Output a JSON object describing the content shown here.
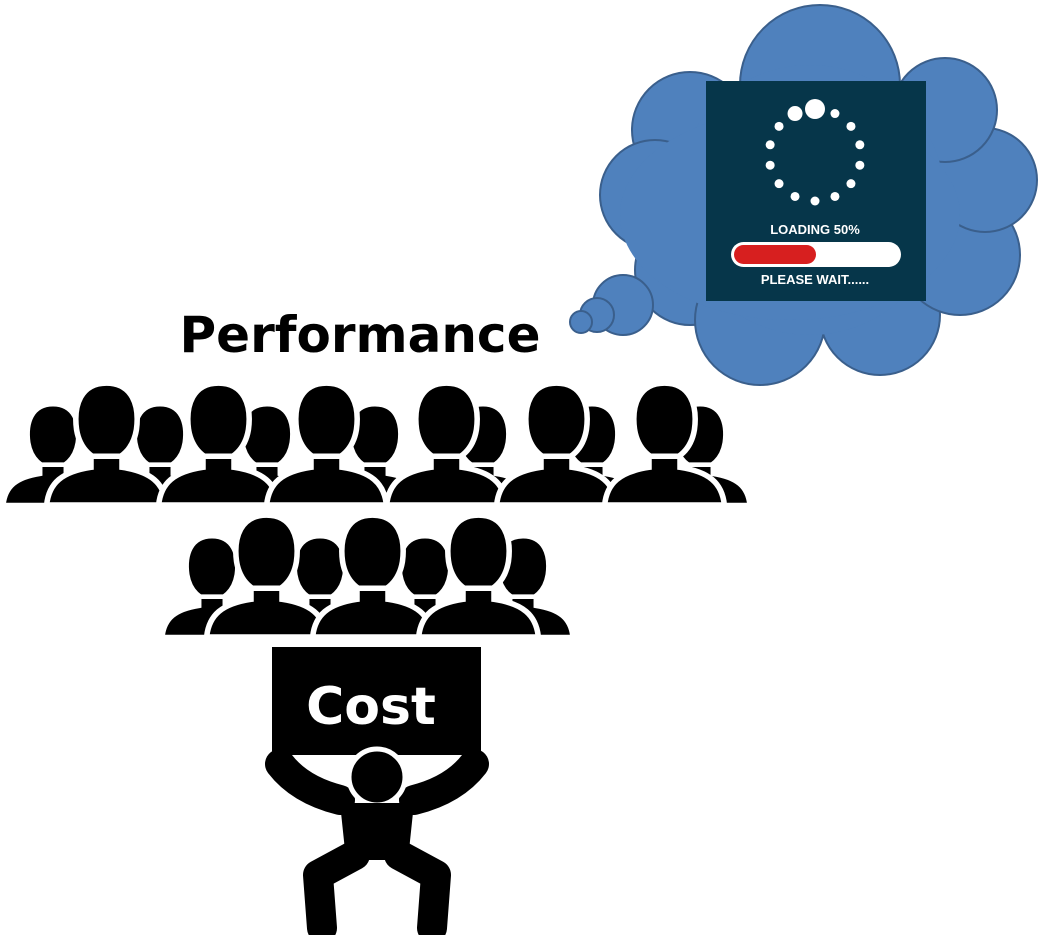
{
  "labels": {
    "performance": "Performance",
    "cost": "Cost"
  },
  "loading_screen": {
    "loading_text": "LOADING 50%",
    "please_wait": "PLEASE WAIT......",
    "progress": 0.5,
    "progress_color": "#d71f1f",
    "track_color": "#ffffff",
    "panel_color": "#06364a"
  },
  "thought_cloud": {
    "fill_color": "#4f81bd",
    "stroke_color": "#3a5f8c"
  },
  "icons": {
    "crowd": "group-of-people-icon",
    "carrier": "person-lifting-icon",
    "spinner": "loading-spinner-icon"
  }
}
